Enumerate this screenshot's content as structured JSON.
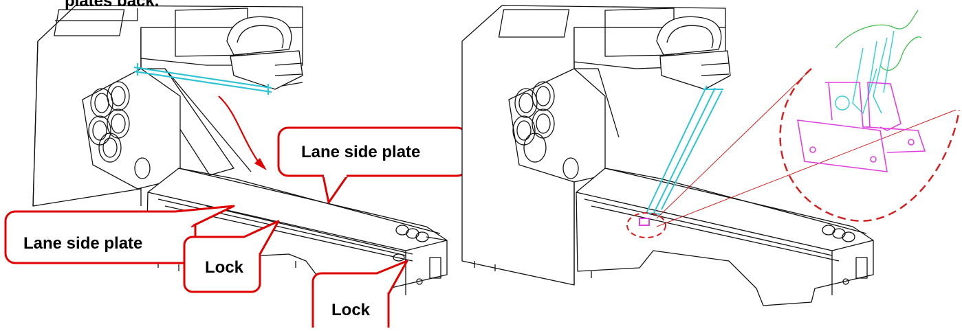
{
  "heading": "plates back.",
  "callouts": {
    "lane_side_plate_top": "Lane side plate",
    "lane_side_plate_left": "Lane side plate",
    "lock_middle": "Lock",
    "lock_bottom": "Lock"
  },
  "colors": {
    "outline": "#111111",
    "callout": "#e00000",
    "highlight_rail": "#2ec4d6",
    "detail_part": "#e040e0",
    "detail_link": "#3ad0d0",
    "detail_wire": "#3cbf4a",
    "detail_circle": "#d42020"
  }
}
